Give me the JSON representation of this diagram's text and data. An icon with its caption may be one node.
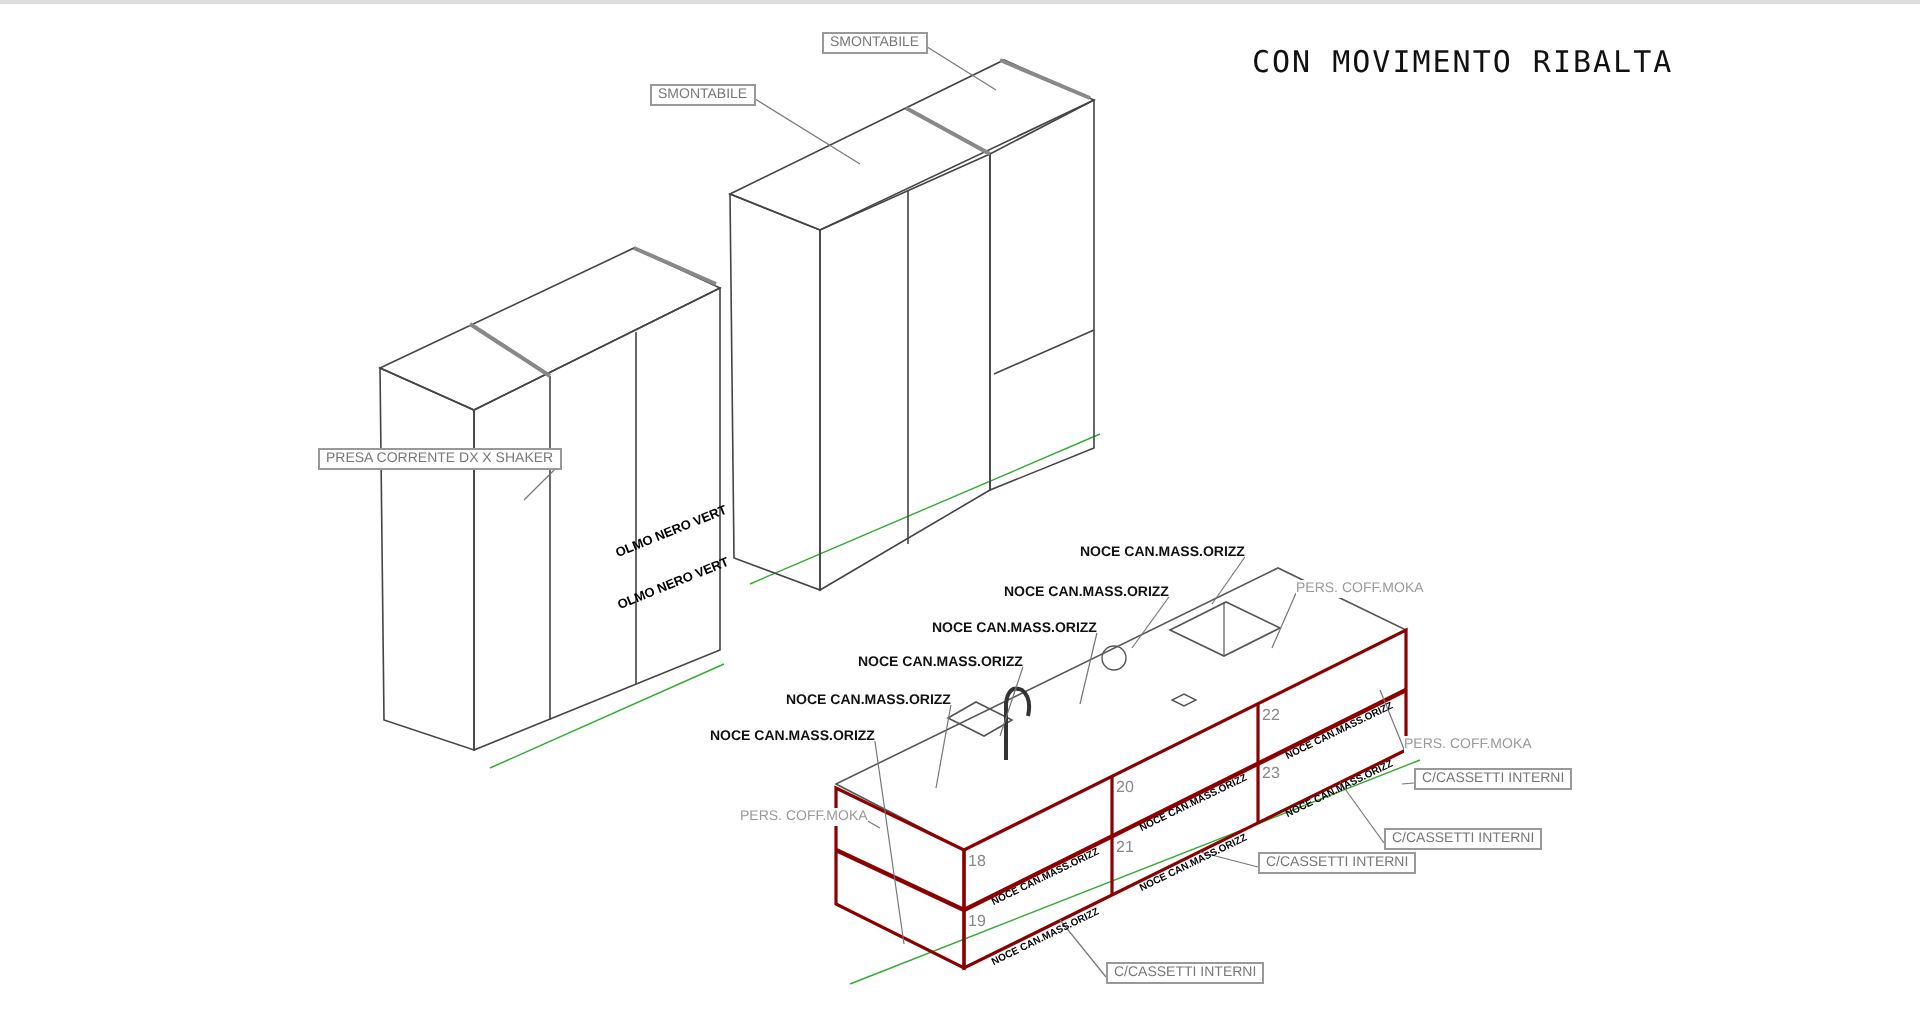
{
  "diagram": {
    "title": "CON MOVIMENTO RIBALTA",
    "nodes": [
      {
        "text": [
          "SMONTABILE"
        ]
      },
      {
        "text": [
          "SMONTABILE"
        ]
      },
      {
        "text": [
          "PRESA CORRENTE DX X SHAKER"
        ]
      },
      {
        "text": [
          "NOCE CAN.MASS.ORIZZ"
        ]
      },
      {
        "text": [
          "NOCE CAN.MASS.ORIZZ"
        ]
      },
      {
        "text": [
          "NOCE CAN.MASS.ORIZZ"
        ]
      },
      {
        "text": [
          "NOCE CAN.MASS.ORIZZ"
        ]
      },
      {
        "text": [
          "NOCE CAN.MASS.ORIZZ"
        ]
      },
      {
        "text": [
          "NOCE CAN.MASS.ORIZZ"
        ]
      },
      {
        "text": [
          "PERS. COFF.MOKA"
        ]
      },
      {
        "text": [
          "PERS. COFF.MOKA"
        ]
      },
      {
        "text": [
          "PERS. COFF.MOKA"
        ]
      },
      {
        "text": [
          "C/CASSETTI INTERNI"
        ]
      },
      {
        "text": [
          "C/CASSETTI INTERNI"
        ]
      },
      {
        "text": [
          "C/CASSETTI INTERNI"
        ]
      },
      {
        "text": [
          "C/CASSETTI INTERNI"
        ]
      },
      {
        "text": [],
        "shape": "picture"
      },
      {
        "text": [],
        "shape": "picture"
      },
      {
        "text": [],
        "shape": "picture"
      }
    ],
    "edges": [
      {
        "from": 0,
        "to": 17,
        "arrow": "none"
      },
      {
        "from": 1,
        "to": 17,
        "arrow": "none"
      },
      {
        "from": 2,
        "to": 16,
        "arrow": "none"
      },
      {
        "from": 3,
        "to": 18,
        "arrow": "none"
      },
      {
        "from": 4,
        "to": 18,
        "arrow": "none"
      },
      {
        "from": 5,
        "to": 18,
        "arrow": "none"
      },
      {
        "from": 6,
        "to": 18,
        "arrow": "none"
      },
      {
        "from": 7,
        "to": 18,
        "arrow": "none"
      },
      {
        "from": 8,
        "to": 18,
        "arrow": "none"
      },
      {
        "from": 9,
        "to": 18,
        "arrow": "none"
      },
      {
        "from": 10,
        "to": 18,
        "arrow": "none"
      },
      {
        "from": 11,
        "to": 18,
        "arrow": "none"
      },
      {
        "from": 12,
        "to": 18,
        "arrow": "none"
      },
      {
        "from": 13,
        "to": 18,
        "arrow": "none"
      },
      {
        "from": 14,
        "to": 18,
        "arrow": "none"
      },
      {
        "from": 15,
        "to": 18,
        "arrow": "none"
      }
    ],
    "labels": [
      "OLMO NERO VERT",
      "OLMO NERO VERT",
      "18",
      "NOCE CAN.MASS.ORIZZ",
      "19",
      "NOCE CAN.MASS.ORIZZ",
      "20",
      "NOCE CAN.MASS.ORIZZ",
      "21",
      "NOCE CAN.MASS.ORIZZ",
      "22",
      "NOCE CAN.MASS.ORIZZ",
      "23",
      "NOCE CAN.MASS.ORIZZ"
    ]
  }
}
